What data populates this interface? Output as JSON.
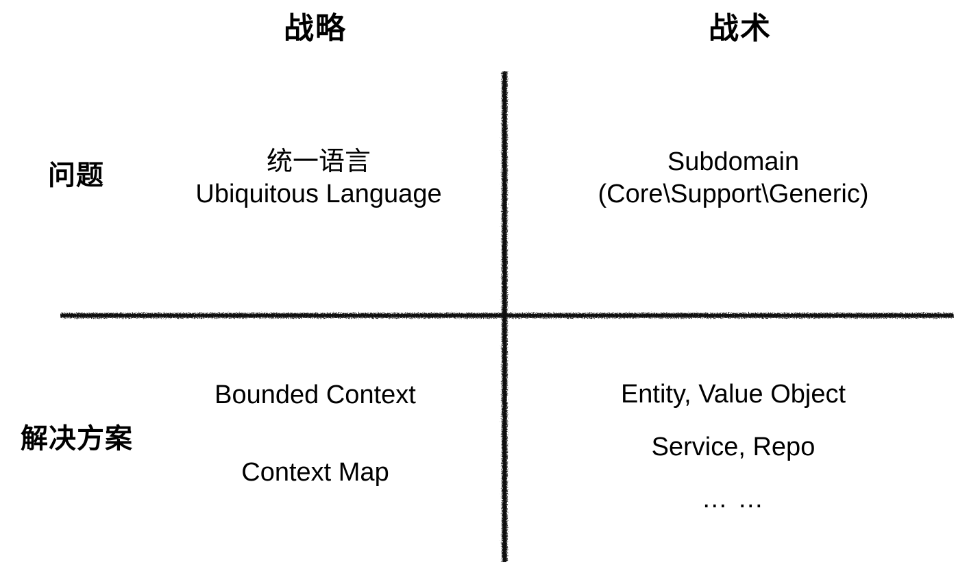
{
  "diagram": {
    "title": "DDD Strategy vs Tactics Quadrant",
    "line_color": "#111111",
    "background_color": "#ffffff",
    "text_color": "#000000"
  },
  "columns": [
    {
      "key": "strategy",
      "label": "战略"
    },
    {
      "key": "tactics",
      "label": "战术"
    }
  ],
  "rows": [
    {
      "key": "problem",
      "label": "问题"
    },
    {
      "key": "solution",
      "label": "解决方案"
    }
  ],
  "quadrants": {
    "problem_strategy": {
      "lines": [
        "统一语言",
        "Ubiquitous Language"
      ]
    },
    "problem_tactics": {
      "lines": [
        "Subdomain",
        "(Core\\Support\\Generic)"
      ]
    },
    "solution_strategy": {
      "lines": [
        "Bounded Context",
        "Context Map"
      ]
    },
    "solution_tactics": {
      "lines": [
        "Entity, Value Object",
        "Service, Repo",
        "… …"
      ]
    }
  }
}
